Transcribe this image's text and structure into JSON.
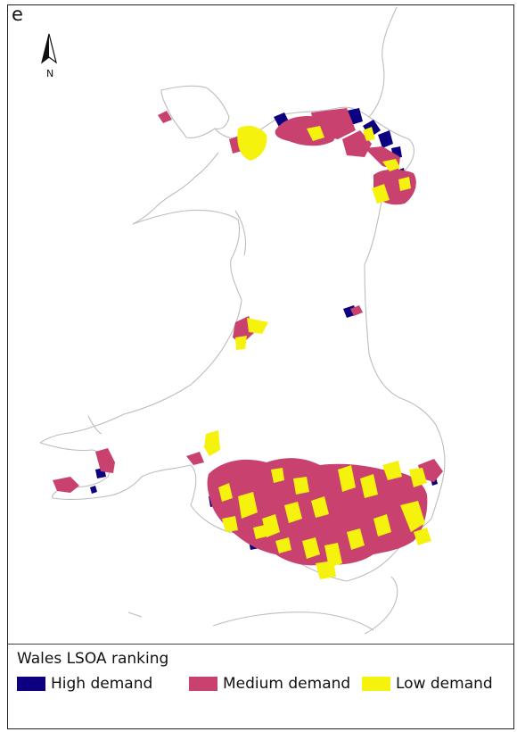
{
  "panel": {
    "letter": "e"
  },
  "north_arrow": {
    "label": "N"
  },
  "legend": {
    "title": "Wales LSOA ranking",
    "items": [
      {
        "label": "High demand",
        "color": "#0d0080"
      },
      {
        "label": "Medium demand",
        "color": "#c9416f"
      },
      {
        "label": "Low demand",
        "color": "#f5f20e"
      }
    ]
  },
  "colors": {
    "coastline": "#bdbdbd",
    "border": "#222222"
  }
}
